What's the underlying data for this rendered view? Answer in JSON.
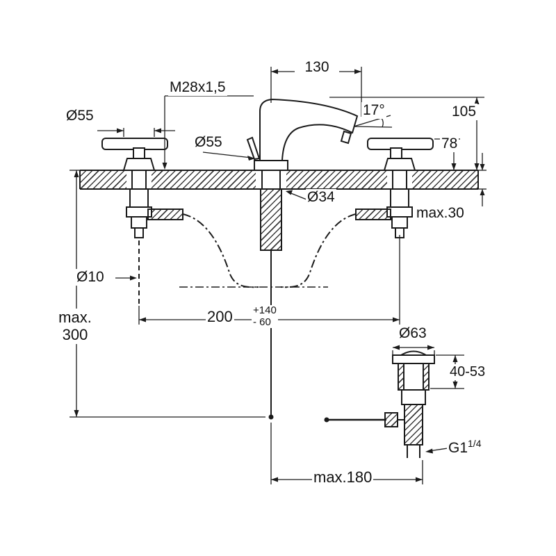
{
  "colors": {
    "line": "#1a1a1a",
    "background": "#ffffff"
  },
  "labels": {
    "thread_top": "M28x1,5",
    "dia_left_handle": "Ø55",
    "dia_center": "Ø55",
    "spout_reach": "130",
    "spout_angle": "17°",
    "height_spout": "105",
    "height_handle": "78",
    "dia_hole": "Ø34",
    "deck_max": "max.30",
    "dia_rod": "Ø10",
    "center_distance": {
      "value": "200",
      "plus": "+140",
      "minus": "- 60"
    },
    "rod_max": {
      "line1": "max.",
      "line2": "300"
    },
    "dia_waste": "Ø63",
    "waste_range": "40-53",
    "waste_thread": {
      "main": "G1",
      "frac": "1/4"
    },
    "lever_max": "max.180"
  }
}
